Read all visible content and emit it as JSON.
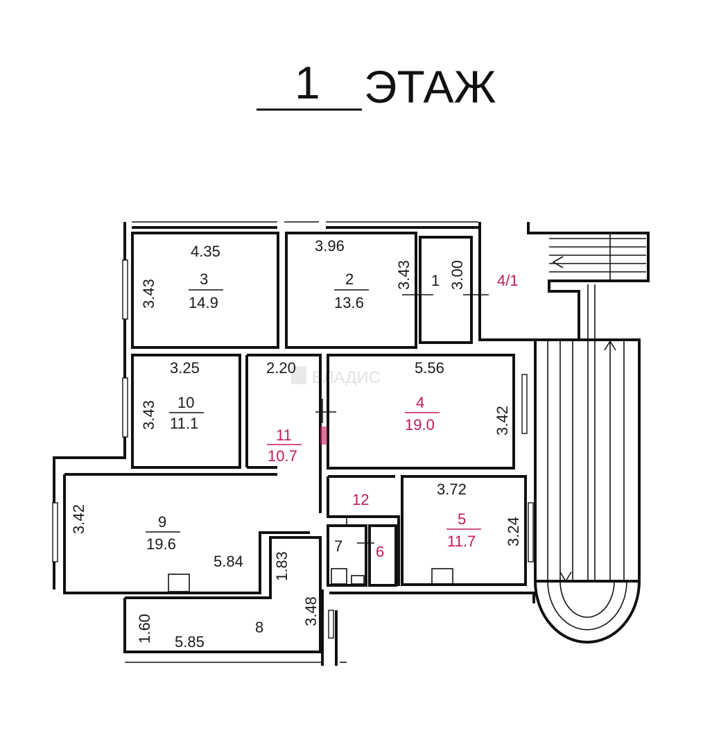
{
  "title": {
    "floor_number": "1",
    "floor_word": "ЭТАЖ"
  },
  "watermark": "ВЛАДИС",
  "colors": {
    "wall": "#111111",
    "red_label": "#c2185b",
    "background": "#ffffff"
  },
  "rooms": [
    {
      "id": "3",
      "number": "3",
      "area": "14.9",
      "width": "4.35",
      "height": "3.43",
      "highlight": false
    },
    {
      "id": "2",
      "number": "2",
      "area": "13.6",
      "width": "3.96",
      "height": "3.43",
      "highlight": false
    },
    {
      "id": "1",
      "number": "1",
      "height": "3.00",
      "highlight": false
    },
    {
      "id": "4-1",
      "number": "4/1",
      "highlight": true
    },
    {
      "id": "10",
      "number": "10",
      "area": "11.1",
      "width": "3.25",
      "height": "3.43",
      "highlight": false
    },
    {
      "id": "11",
      "number": "11",
      "area": "10.7",
      "width": "2.20",
      "highlight": true
    },
    {
      "id": "4",
      "number": "4",
      "area": "19.0",
      "width": "5.56",
      "height": "3.42",
      "highlight": true
    },
    {
      "id": "12",
      "number": "12",
      "highlight": true
    },
    {
      "id": "5",
      "number": "5",
      "area": "11.7",
      "width": "3.72",
      "height": "3.24",
      "highlight": true
    },
    {
      "id": "9",
      "number": "9",
      "area": "19.6",
      "width": "5.84",
      "height": "3.42",
      "highlight": false
    },
    {
      "id": "7",
      "number": "7",
      "highlight": false
    },
    {
      "id": "6",
      "number": "6",
      "highlight": true
    },
    {
      "id": "8",
      "number": "8",
      "width": "5.85",
      "height": "1.60",
      "extra": "1.83",
      "extra2": "3.48",
      "highlight": false
    }
  ]
}
